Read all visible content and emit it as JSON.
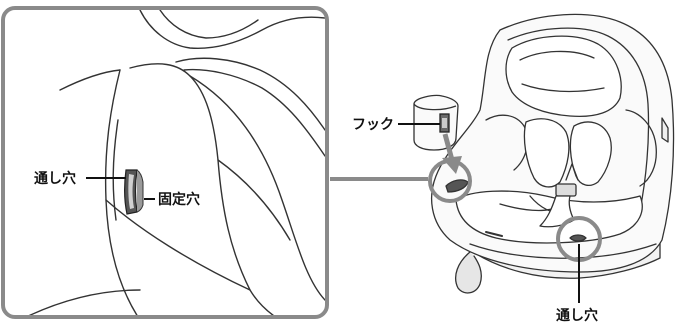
{
  "labels": {
    "through_hole_left": "通し穴",
    "fixing_hole": "固定穴",
    "hook": "フック",
    "through_hole_bottom": "通し穴"
  },
  "colors": {
    "line": "#333333",
    "callout_frame": "#8a8a8a",
    "seat_fill": "#ffffff",
    "shade": "#d9d9d9",
    "dark": "#555555"
  }
}
